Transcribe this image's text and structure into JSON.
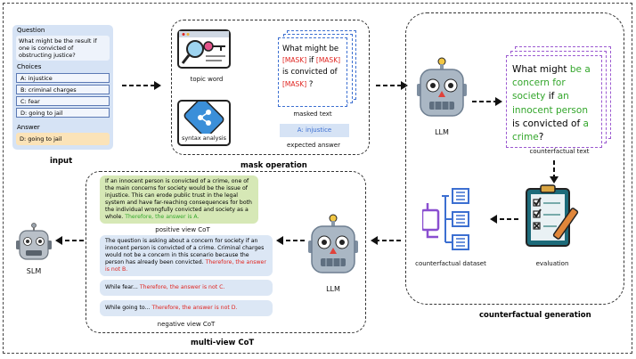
{
  "input": {
    "question_label": "Question",
    "question_text": "What might be the result if one is convicted of obstructing justice?",
    "choices_label": "Choices",
    "choices": [
      "A: injustice",
      "B: criminal charges",
      "C: fear",
      "D: going to jail"
    ],
    "answer_label": "Answer",
    "answer_text": "D: going to jail",
    "caption": "input"
  },
  "mask": {
    "topic_label": "topic word",
    "syntax_label": "syntax analysis",
    "masked_parts": [
      "What might be",
      "[MASK]",
      "if",
      "[MASK]",
      "is convicted of",
      "[MASK]",
      "?"
    ],
    "masked_caption": "masked text",
    "expected_answer": "A: injustice",
    "expected_caption": "expected answer",
    "caption": "mask operation"
  },
  "cfgen": {
    "llm_label": "LLM",
    "cf_parts": [
      "What might",
      "be a concern for society",
      "if",
      "an innocent person",
      "is convicted of",
      "a crime",
      "?"
    ],
    "cf_caption": "counterfactual text",
    "evaluation_label": "evaluation",
    "dataset_label": "counterfactual dataset",
    "caption": "counterfactual generation"
  },
  "multiview": {
    "positive_text": "If an innocent person is convicted of a crime, one of the main concerns for society would be the issue of injustice. This can erode public trust in the legal system and have far-reaching consequences for both the individual wrongfully convicted and society as a whole.",
    "positive_conclusion": "Therefore, the answer is A.",
    "positive_caption": "positive view CoT",
    "neg1_text": "The question is asking about a concern for society if an innocent person is convicted of a crime. Criminal charges would not be a concern in this scenario because the person has already been convicted.",
    "neg1_conclusion": "Therefore, the answer is not B.",
    "neg2_text": "While fear...",
    "neg2_conclusion": "Therefore, the answer is not C.",
    "neg3_text": "While going to...",
    "neg3_conclusion": "Therefore, the answer is not D.",
    "negative_caption": "negative view CoT",
    "llm_label": "LLM",
    "caption": "multi-view CoT"
  },
  "slm_label": "SLM",
  "colors": {
    "red": "#e0241f",
    "green": "#33a62b",
    "purple": "#9b59d0",
    "blue": "#3c6fd1",
    "cot_green": "#d6e8b6",
    "cot_blue": "#dce7f5"
  }
}
